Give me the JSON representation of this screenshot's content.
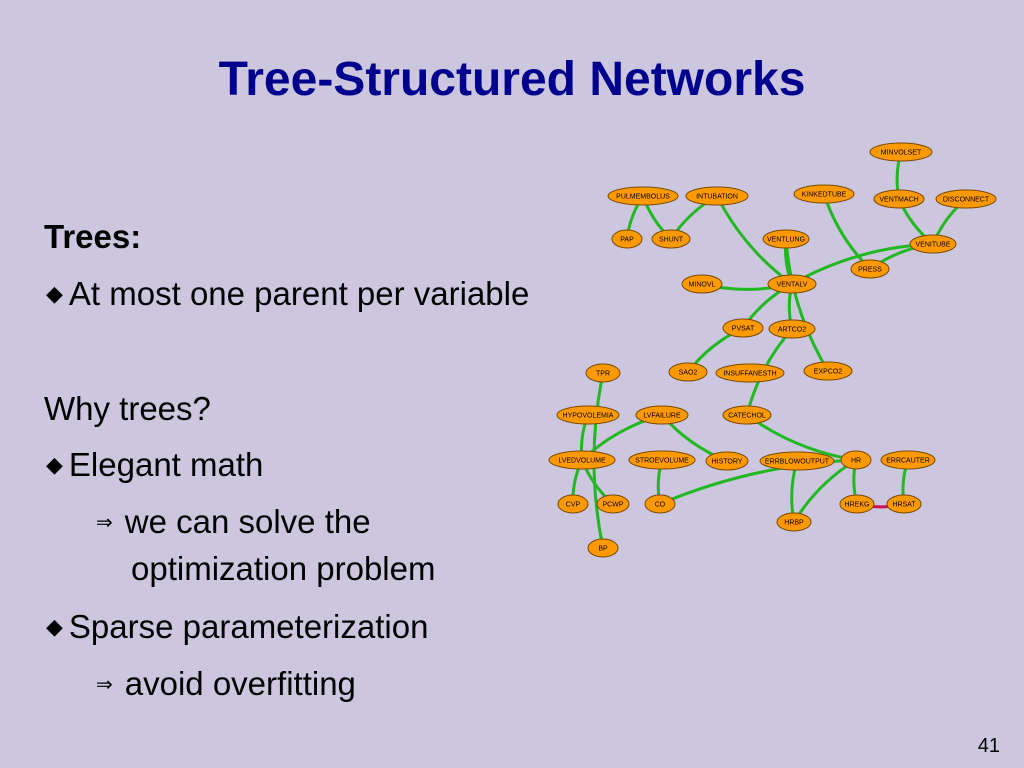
{
  "title": "Tree-Structured Networks",
  "bullets": {
    "trees_heading": "Trees:",
    "item1": "At most one parent per variable",
    "why_heading": "Why trees?",
    "item2": "Elegant math",
    "sub2": "we can solve the",
    "sub2b": "optimization problem",
    "item3": "Sparse parameterization",
    "sub3": "avoid overfitting",
    "diamond_glyph": "◆",
    "arrow_glyph": "⇒"
  },
  "page_number": "41",
  "colors": {
    "node_fill": "#FF9900",
    "node_stroke": "#7A4A00",
    "edge": "#22B822",
    "special_edge": "#CC1155"
  },
  "network": {
    "nodes": [
      {
        "id": "MINVOLSET",
        "label": "MINVOLSET"
      },
      {
        "id": "PULMEMBOLUS",
        "label": "PULMEMBOLUS"
      },
      {
        "id": "INTUBATION",
        "label": "INTUBATION"
      },
      {
        "id": "KINKEDTUBE",
        "label": "KINKEDTUBE"
      },
      {
        "id": "VENTMACH",
        "label": "VENTMACH"
      },
      {
        "id": "DISCONNECT",
        "label": "DISCONNECT"
      },
      {
        "id": "PAP",
        "label": "PAP"
      },
      {
        "id": "SHUNT",
        "label": "SHUNT"
      },
      {
        "id": "VENTLUNG",
        "label": "VENTLUNG"
      },
      {
        "id": "VENITUBE",
        "label": "VENITUBE"
      },
      {
        "id": "PRESS",
        "label": "PRESS"
      },
      {
        "id": "MINOVL",
        "label": "MINOVL"
      },
      {
        "id": "VENTALV",
        "label": "VENTALV"
      },
      {
        "id": "PVSAT",
        "label": "PVSAT"
      },
      {
        "id": "ARTCO2",
        "label": "ARTCO2"
      },
      {
        "id": "TPR",
        "label": "TPR"
      },
      {
        "id": "SAO2",
        "label": "SAO2"
      },
      {
        "id": "INSUFFANESTH",
        "label": "INSUFFANESTH"
      },
      {
        "id": "EXPCO2",
        "label": "EXPCO2"
      },
      {
        "id": "HYPOVOLEMIA",
        "label": "HYPOVOLEMIA"
      },
      {
        "id": "LVFAILURE",
        "label": "LVFAILURE"
      },
      {
        "id": "CATECHOL",
        "label": "CATECHOL"
      },
      {
        "id": "LVEDVOLUME",
        "label": "LVEDVOLUME"
      },
      {
        "id": "STROEVOLUME",
        "label": "STROEVOLUME"
      },
      {
        "id": "HISTORY",
        "label": "HISTORY"
      },
      {
        "id": "ERRBLOWOUTPUT",
        "label": "ERRBLOWOUTPUT"
      },
      {
        "id": "HR",
        "label": "HR"
      },
      {
        "id": "ERRCAUTER",
        "label": "ERRCAUTER"
      },
      {
        "id": "CVP",
        "label": "CVP"
      },
      {
        "id": "PCWP",
        "label": "PCWP"
      },
      {
        "id": "CO",
        "label": "CO"
      },
      {
        "id": "HREKG",
        "label": "HREKG"
      },
      {
        "id": "HRSAT",
        "label": "HRSAT"
      },
      {
        "id": "HRBP",
        "label": "HRBP"
      },
      {
        "id": "BP",
        "label": "BP"
      }
    ],
    "edges": [
      {
        "from": "MINVOLSET",
        "to": "VENTMACH"
      },
      {
        "from": "PULMEMBOLUS",
        "to": "PAP"
      },
      {
        "from": "PULMEMBOLUS",
        "to": "SHUNT"
      },
      {
        "from": "INTUBATION",
        "to": "SHUNT"
      },
      {
        "from": "INTUBATION",
        "to": "VENTALV"
      },
      {
        "from": "KINKEDTUBE",
        "to": "PRESS"
      },
      {
        "from": "VENTMACH",
        "to": "VENITUBE"
      },
      {
        "from": "DISCONNECT",
        "to": "VENITUBE"
      },
      {
        "from": "VENITUBE",
        "to": "PRESS"
      },
      {
        "from": "VENITUBE",
        "to": "VENTALV"
      },
      {
        "from": "VENTLUNG",
        "to": "VENTALV"
      },
      {
        "from": "VENTLUNG",
        "to": "EXPCO2"
      },
      {
        "from": "MINOVL",
        "to": "VENTALV"
      },
      {
        "from": "VENTALV",
        "to": "PVSAT"
      },
      {
        "from": "VENTALV",
        "to": "ARTCO2"
      },
      {
        "from": "PVSAT",
        "to": "SAO2"
      },
      {
        "from": "ARTCO2",
        "to": "CATECHOL"
      },
      {
        "from": "TPR",
        "to": "BP"
      },
      {
        "from": "HYPOVOLEMIA",
        "to": "LVEDVOLUME"
      },
      {
        "from": "LVFAILURE",
        "to": "LVEDVOLUME"
      },
      {
        "from": "LVFAILURE",
        "to": "HISTORY"
      },
      {
        "from": "CATECHOL",
        "to": "HR"
      },
      {
        "from": "LVEDVOLUME",
        "to": "CVP"
      },
      {
        "from": "LVEDVOLUME",
        "to": "PCWP"
      },
      {
        "from": "STROEVOLUME",
        "to": "CO"
      },
      {
        "from": "ERRBLOWOUTPUT",
        "to": "HRBP"
      },
      {
        "from": "HR",
        "to": "CO"
      },
      {
        "from": "HR",
        "to": "HRBP"
      },
      {
        "from": "HR",
        "to": "HREKG"
      },
      {
        "from": "ERRCAUTER",
        "to": "HRSAT"
      },
      {
        "from": "HREKG",
        "to": "HRSAT",
        "special": true
      }
    ]
  }
}
